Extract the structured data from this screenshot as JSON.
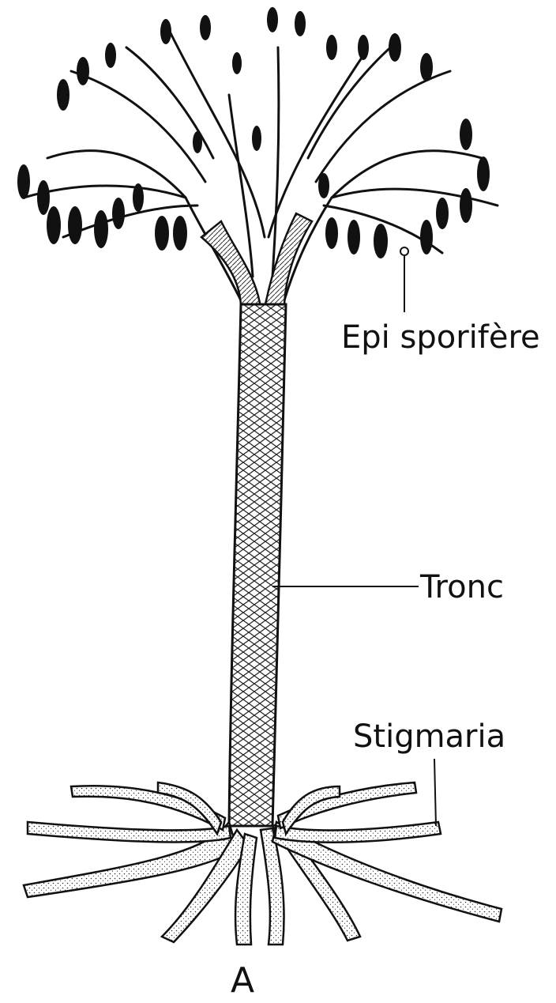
{
  "labels": {
    "epi": "Epi sporifère",
    "tronc": "Tronc",
    "stigmaria": "Stigmaria",
    "panel": "A"
  }
}
